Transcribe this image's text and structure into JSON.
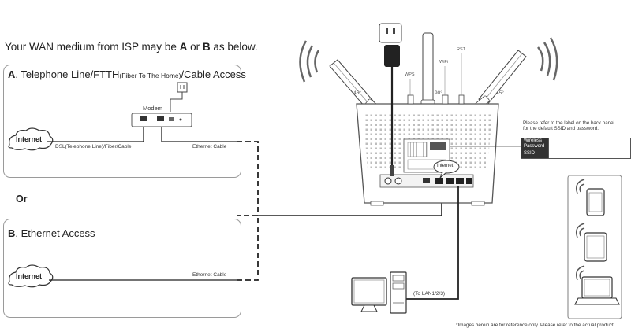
{
  "heading": {
    "prefix": "Your WAN medium from ISP may be ",
    "option_a": "A",
    "middle": " or ",
    "option_b": "B",
    "suffix": " as below."
  },
  "panel_a": {
    "letter": "A",
    "title_start": ". Telephone Line/FTTH",
    "title_small": "(Fiber To The Home)",
    "title_end": "/Cable Access",
    "modem_label": "Modem",
    "internet_label": "Internet",
    "line_label": "DSL(Telephone Line)/Fiber/Cable",
    "cable_label": "Ethernet Cable"
  },
  "or_label": "Or",
  "panel_b": {
    "letter": "B",
    "title": ". Ethernet Access",
    "internet_label": "Internet",
    "cable_label": "Ethernet Cable"
  },
  "router": {
    "wps": "WPS",
    "wifi": "WiFi",
    "rst": "RST",
    "angle_left": "45°",
    "angle_center": "90°",
    "angle_right": "45°",
    "internet_port": "Internet",
    "lan_note": "(To LAN1/2/3)"
  },
  "ssid_note": {
    "line1": "Please refer to the label on the back panel",
    "line2": "for the default SSID and password.",
    "row1_label_a": "Wireless",
    "row1_label_b": "Password",
    "row2_label": "SSID"
  },
  "disclaimer": "*Images herein are for reference only. Please refer to the actual product."
}
